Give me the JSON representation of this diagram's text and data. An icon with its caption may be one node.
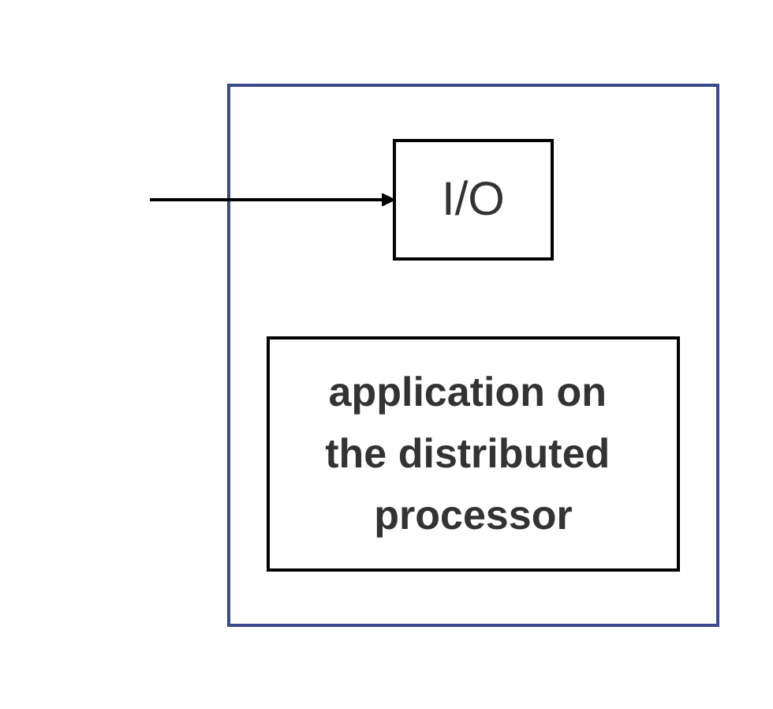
{
  "diagram": {
    "nodes": [
      {
        "text": [],
        "shape": "box"
      },
      {
        "text": [
          "I/O"
        ],
        "in": 0
      },
      {
        "text": [
          "application on the distributed processor"
        ],
        "in": 0
      }
    ],
    "edges": [
      {
        "from": null,
        "to": 1,
        "arrow": "to"
      }
    ]
  }
}
